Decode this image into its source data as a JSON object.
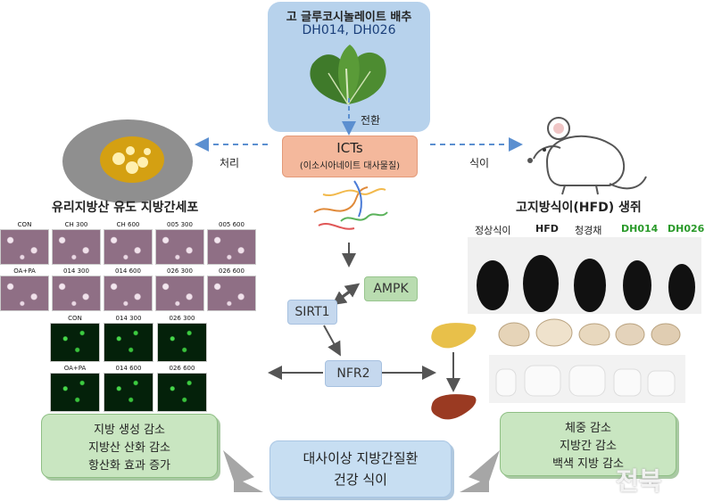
{
  "top_box": {
    "title": "고 글루코시놀레이트 배추",
    "subtitle": "DH014, DH026"
  },
  "arrow_labels": {
    "convert": "전환",
    "treat": "처리",
    "diet": "식이"
  },
  "icts": {
    "title": "ICTs",
    "subtitle": "(이소시아네이트 대사물질)"
  },
  "left": {
    "title": "유리지방산 유도 지방간세포",
    "micro_labels": [
      "CON",
      "CH 300",
      "CH 600",
      "005 300",
      "005 600",
      "OA+PA",
      "014 300",
      "014 600",
      "026 300",
      "026 600"
    ],
    "fluo_labels": [
      "CON",
      "014 300",
      "026 300",
      "OA+PA",
      "014 600",
      "026 600"
    ]
  },
  "right": {
    "title": "고지방식이(HFD) 생쥐",
    "groups": [
      "정상식이",
      "HFD",
      "청경채",
      "DH014",
      "DH026"
    ],
    "group_colors": [
      "#222222",
      "#222222",
      "#222222",
      "#2a9a2a",
      "#2a9a2a"
    ]
  },
  "pathway": {
    "ampk": "AMPK",
    "sirt1": "SIRT1",
    "nfr2": "NFR2"
  },
  "left_result": [
    "지방 생성 감소",
    "지방산 산화 감소",
    "항산화 효과 증가"
  ],
  "right_result": [
    "체중 감소",
    "지방간 감소",
    "백색 지방 감소"
  ],
  "center": [
    "대사이상 지방간질환",
    "건강 식이"
  ],
  "watermark": "전북"
}
